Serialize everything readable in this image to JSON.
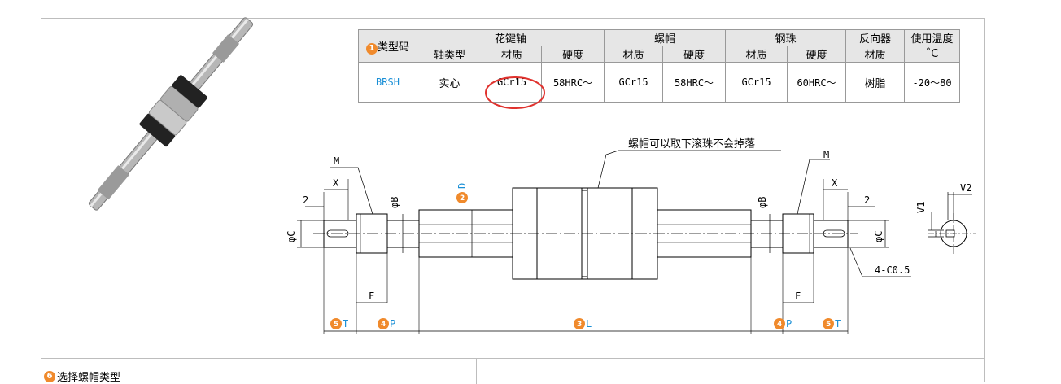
{
  "table": {
    "header_row1": {
      "badge_num": "1",
      "type_code": "类型码",
      "spline_shaft": "花键轴",
      "nut": "螺帽",
      "ball": "钢珠",
      "reverser": "反向器",
      "temp": "使用温度",
      "temp_unit": "˚C"
    },
    "header_row2": [
      "轴类型",
      "材质",
      "硬度",
      "材质",
      "硬度",
      "材质",
      "硬度",
      "材质"
    ],
    "row": {
      "code": "BRSH",
      "cells": [
        "实心",
        "GCr15",
        "58HRC～",
        "GCr15",
        "58HRC～",
        "GCr15",
        "60HRC～",
        "树脂",
        "-20～80"
      ]
    }
  },
  "drawing": {
    "note": "螺帽可以取下滚珠不会掉落",
    "labels": {
      "m": "M",
      "x": "X",
      "two": "2",
      "phi_c": "φC",
      "phi_b": "φB",
      "f": "F",
      "chamfer": "4-C0.5",
      "v1": "V1",
      "v2": "V2"
    },
    "dims": {
      "d": {
        "num": "2",
        "letter": "D"
      },
      "t": {
        "num": "5",
        "letter": "T"
      },
      "p": {
        "num": "4",
        "letter": "P"
      },
      "l": {
        "num": "3",
        "letter": "L"
      }
    }
  },
  "bottom": {
    "badge_num": "6",
    "title": "选择螺帽类型"
  },
  "colors": {
    "badge": "#f08a2c",
    "blue": "#1a8fd6",
    "highlight": "#e0322e",
    "header_bg": "#e6e6e6"
  }
}
